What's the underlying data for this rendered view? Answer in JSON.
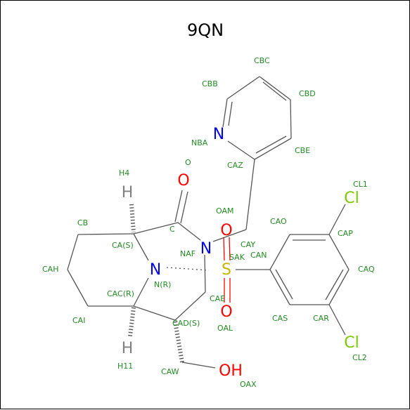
{
  "title": "9QN",
  "colors": {
    "bond": "#555555",
    "label": "#228b22",
    "nitrogen": "#0000ff",
    "oxygen": "#ff0000",
    "sulfur": "#c8b400",
    "chlorine": "#7cc800",
    "hydrogen": "#808080"
  },
  "elements": {
    "n_nba": "N",
    "n_naf": "N",
    "n_nr": "N",
    "o_o": "O",
    "o_oam": "O",
    "o_oal": "O",
    "o_oax": "OH",
    "s_sak": "S",
    "cl_cl1": "Cl",
    "cl_cl2": "Cl",
    "h_h4": "H",
    "h_h11": "H"
  },
  "labels": {
    "CBC": "CBC",
    "CBB": "CBB",
    "CBD": "CBD",
    "NBA": "NBA",
    "CBE": "CBE",
    "O": "O",
    "CAZ": "CAZ",
    "H4": "H4",
    "CL1": "CL1",
    "OAM": "OAM",
    "CAO": "CAO",
    "CB": "CB",
    "CAP": "CAP",
    "C": "C",
    "CAY": "CAY",
    "CAS_S": "CA(S)",
    "NAF": "NAF",
    "SAK": "SAK",
    "CAN": "CAN",
    "CAH": "CAH",
    "N_R": "N(R)",
    "CAQ": "CAQ",
    "CAC_R": "CAC(R)",
    "CAE": "CAE",
    "CAI": "CAI",
    "CAD_S": "CAD(S)",
    "CAS": "CAS",
    "CAR": "CAR",
    "OAL": "OAL",
    "H11": "H11",
    "CL2": "CL2",
    "CAW": "CAW",
    "OAX": "OAX"
  }
}
